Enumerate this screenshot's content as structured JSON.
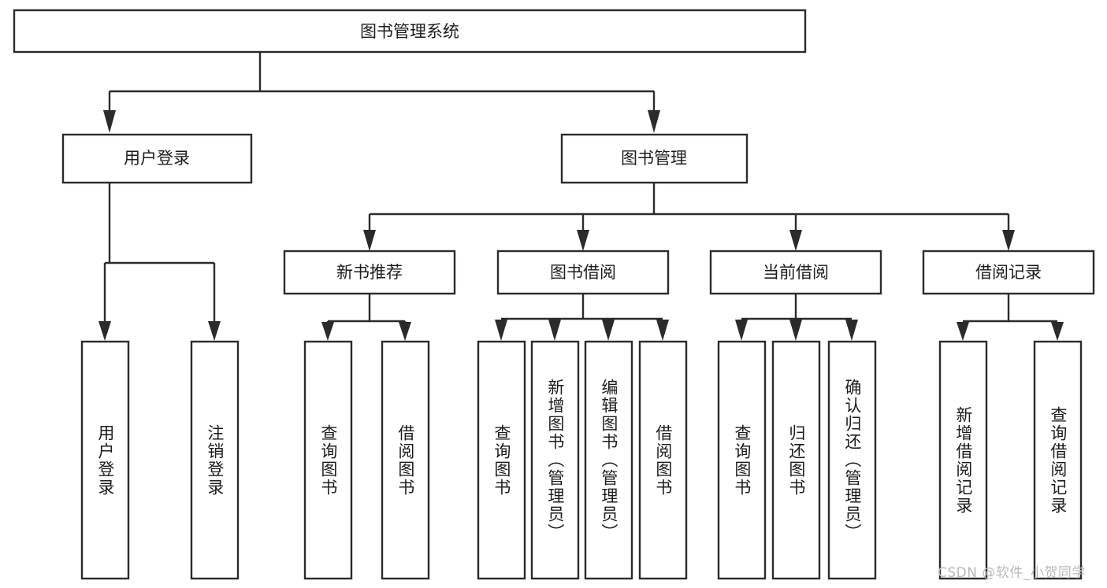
{
  "diagram": {
    "title": "图书管理系统",
    "type": "hierarchy-tree",
    "orientation": "top-down",
    "colors": {
      "box_border": "#2b2b2b",
      "box_fill": "#ffffff",
      "connector": "#2b2b2b",
      "text": "#1c1c1c",
      "background": "#ffffff",
      "watermark": "#b9b9b9"
    },
    "root": {
      "id": "root",
      "label": "图书管理系统",
      "text_orientation": "horizontal"
    },
    "level2": [
      {
        "id": "user-login",
        "label": "用户登录",
        "text_orientation": "horizontal"
      },
      {
        "id": "book-management",
        "label": "图书管理",
        "text_orientation": "horizontal"
      }
    ],
    "level3": [
      {
        "id": "new-book-recommend",
        "label": "新书推荐",
        "text_orientation": "horizontal",
        "parent": "book-management"
      },
      {
        "id": "book-borrow",
        "label": "图书借阅",
        "text_orientation": "horizontal",
        "parent": "book-management"
      },
      {
        "id": "current-borrow",
        "label": "当前借阅",
        "text_orientation": "horizontal",
        "parent": "book-management"
      },
      {
        "id": "borrow-record",
        "label": "借阅记录",
        "text_orientation": "horizontal",
        "parent": "book-management"
      }
    ],
    "leaves": [
      {
        "id": "leaf-user-login",
        "label": "用户登录",
        "parent": "user-login",
        "text_orientation": "vertical"
      },
      {
        "id": "leaf-logout-login",
        "label": "注销登录",
        "parent": "user-login",
        "text_orientation": "vertical"
      },
      {
        "id": "leaf-query-book-1",
        "label": "查询图书",
        "parent": "new-book-recommend",
        "text_orientation": "vertical"
      },
      {
        "id": "leaf-borrow-book-1",
        "label": "借阅图书",
        "parent": "new-book-recommend",
        "text_orientation": "vertical"
      },
      {
        "id": "leaf-query-book-2",
        "label": "查询图书",
        "parent": "book-borrow",
        "text_orientation": "vertical"
      },
      {
        "id": "leaf-add-book-admin",
        "label": "新增图书（管理员）",
        "parent": "book-borrow",
        "text_orientation": "vertical"
      },
      {
        "id": "leaf-edit-book-admin",
        "label": "编辑图书（管理员）",
        "parent": "book-borrow",
        "text_orientation": "vertical"
      },
      {
        "id": "leaf-borrow-book-2",
        "label": "借阅图书",
        "parent": "book-borrow",
        "text_orientation": "vertical"
      },
      {
        "id": "leaf-query-book-3",
        "label": "查询图书",
        "parent": "current-borrow",
        "text_orientation": "vertical"
      },
      {
        "id": "leaf-return-book",
        "label": "归还图书",
        "parent": "current-borrow",
        "text_orientation": "vertical"
      },
      {
        "id": "leaf-confirm-return-admin",
        "label": "确认归还（管理员）",
        "parent": "current-borrow",
        "text_orientation": "vertical"
      },
      {
        "id": "leaf-add-borrow-record",
        "label": "新增借阅记录",
        "parent": "borrow-record",
        "text_orientation": "vertical"
      },
      {
        "id": "leaf-query-borrow-record",
        "label": "查询借阅记录",
        "parent": "borrow-record",
        "text_orientation": "vertical"
      }
    ]
  },
  "watermark": {
    "text": "CSDN @软件_小贺同学"
  }
}
